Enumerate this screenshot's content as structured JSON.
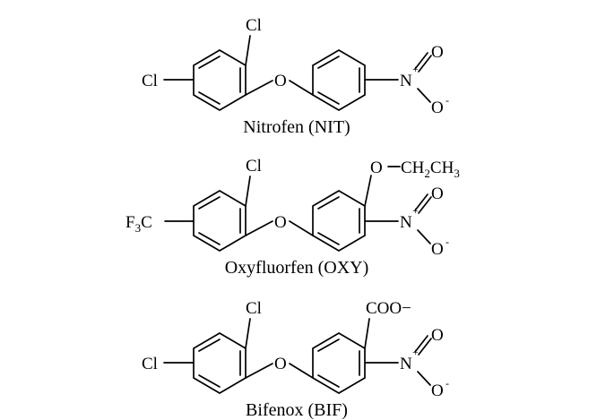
{
  "molecules": [
    {
      "name": "Nitrofen (NIT)",
      "left_substituent": "Cl",
      "ortho_substituent": "Cl",
      "bridge": "O",
      "right_top_substituent": "",
      "nitro": {
        "n": "N",
        "n_charge": "+",
        "o_double": "O",
        "o_single": "O",
        "o_charge": "-"
      }
    },
    {
      "name": "Oxyfluorfen (OXY)",
      "left_substituent": "F3C",
      "ortho_substituent": "Cl",
      "bridge": "O",
      "right_top_substituent": "O−CH2CH3",
      "nitro": {
        "n": "N",
        "n_charge": "+",
        "o_double": "O",
        "o_single": "O",
        "o_charge": "-"
      }
    },
    {
      "name": "Bifenox (BIF)",
      "left_substituent": "Cl",
      "ortho_substituent": "Cl",
      "bridge": "O",
      "right_top_substituent": "COO−",
      "nitro": {
        "n": "N",
        "n_charge": "+",
        "o_double": "O",
        "o_single": "O",
        "o_charge": "-"
      }
    }
  ]
}
